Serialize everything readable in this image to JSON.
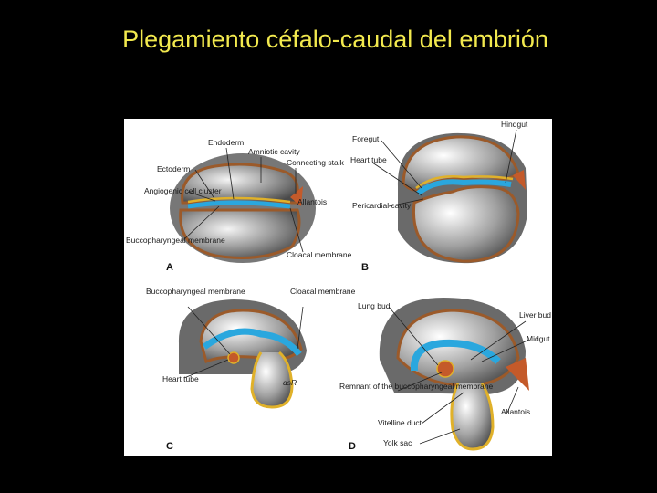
{
  "slide": {
    "title": "Plegamiento céfalo-caudal del embrión"
  },
  "figure": {
    "panels": [
      {
        "letter": "A",
        "labels": [
          "Endoderm",
          "Amniotic cavity",
          "Connecting stalk",
          "Ectoderm",
          "Angiogenic cell cluster",
          "Allantois",
          "Buccopharyngeal membrane",
          "Cloacal membrane"
        ]
      },
      {
        "letter": "B",
        "labels": [
          "Hindgut",
          "Foregut",
          "Heart tube",
          "Pericardial cavity"
        ]
      },
      {
        "letter": "C",
        "labels": [
          "Buccopharyngeal membrane",
          "Cloacal membrane",
          "Heart tube"
        ],
        "signature": "dsR"
      },
      {
        "letter": "D",
        "labels": [
          "Lung bud",
          "Liver bud",
          "Midgut",
          "Remnant of the buccopharyngeal membrane",
          "Allantois",
          "Vitelline duct",
          "Yolk sac"
        ]
      }
    ]
  },
  "colors": {
    "background": "#000000",
    "title": "#f2e94e",
    "endoderm": "#2aa7de",
    "ectoderm": "#e0b12a",
    "mesoderm": "#9b5a2a",
    "cavity": "#8a8a8a"
  }
}
